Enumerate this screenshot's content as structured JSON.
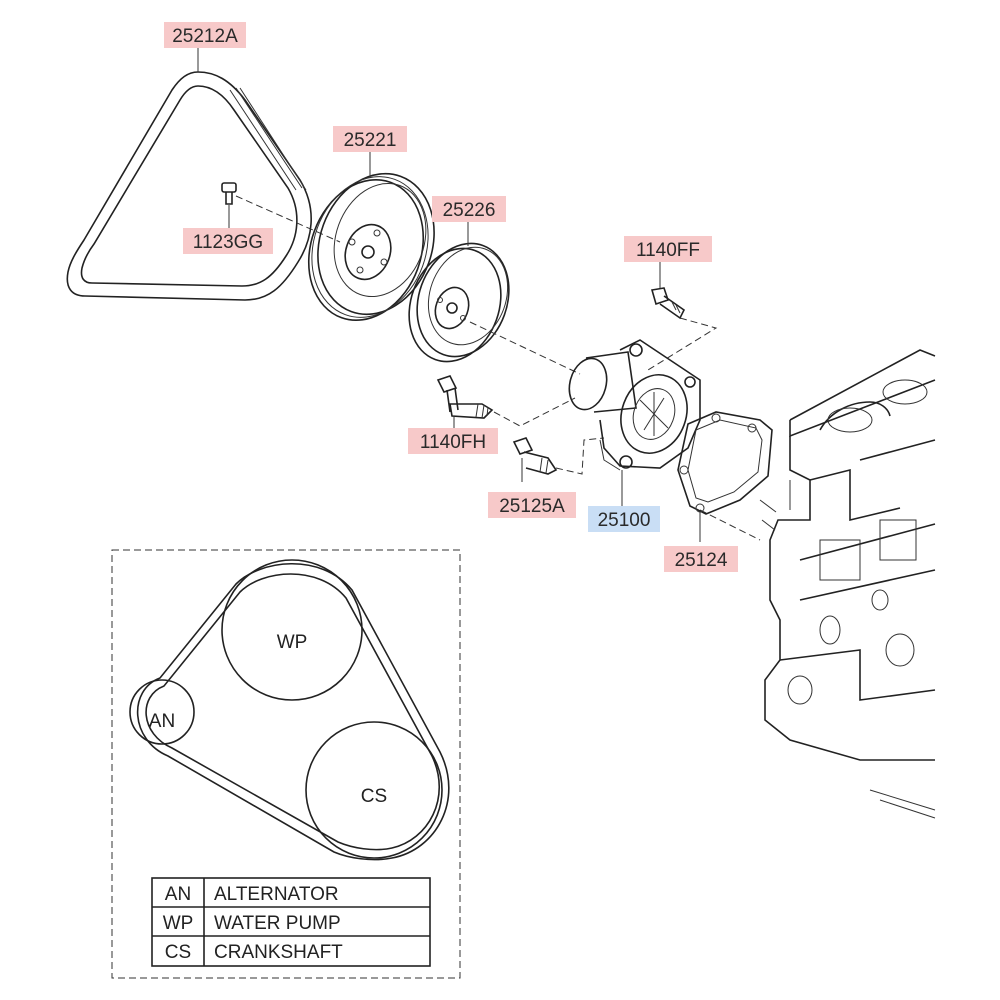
{
  "part_labels": {
    "belt": "25212A",
    "bolt_small": "1123GG",
    "pulley_large": "25221",
    "pulley_small": "25226",
    "bolt_upper": "1140FF",
    "bolt_long": "1140FH",
    "bolt_lower": "25125A",
    "water_pump": "25100",
    "gasket": "25124"
  },
  "layout_diagram": {
    "pulleys": {
      "wp": "WP",
      "an": "AN",
      "cs": "CS"
    },
    "legend": [
      {
        "code": "AN",
        "name": "ALTERNATOR"
      },
      {
        "code": "WP",
        "name": "WATER PUMP"
      },
      {
        "code": "CS",
        "name": "CRANKSHAFT"
      }
    ]
  },
  "colors": {
    "label_highlight": "#f7c9c9",
    "selected_highlight": "#c9def5"
  }
}
